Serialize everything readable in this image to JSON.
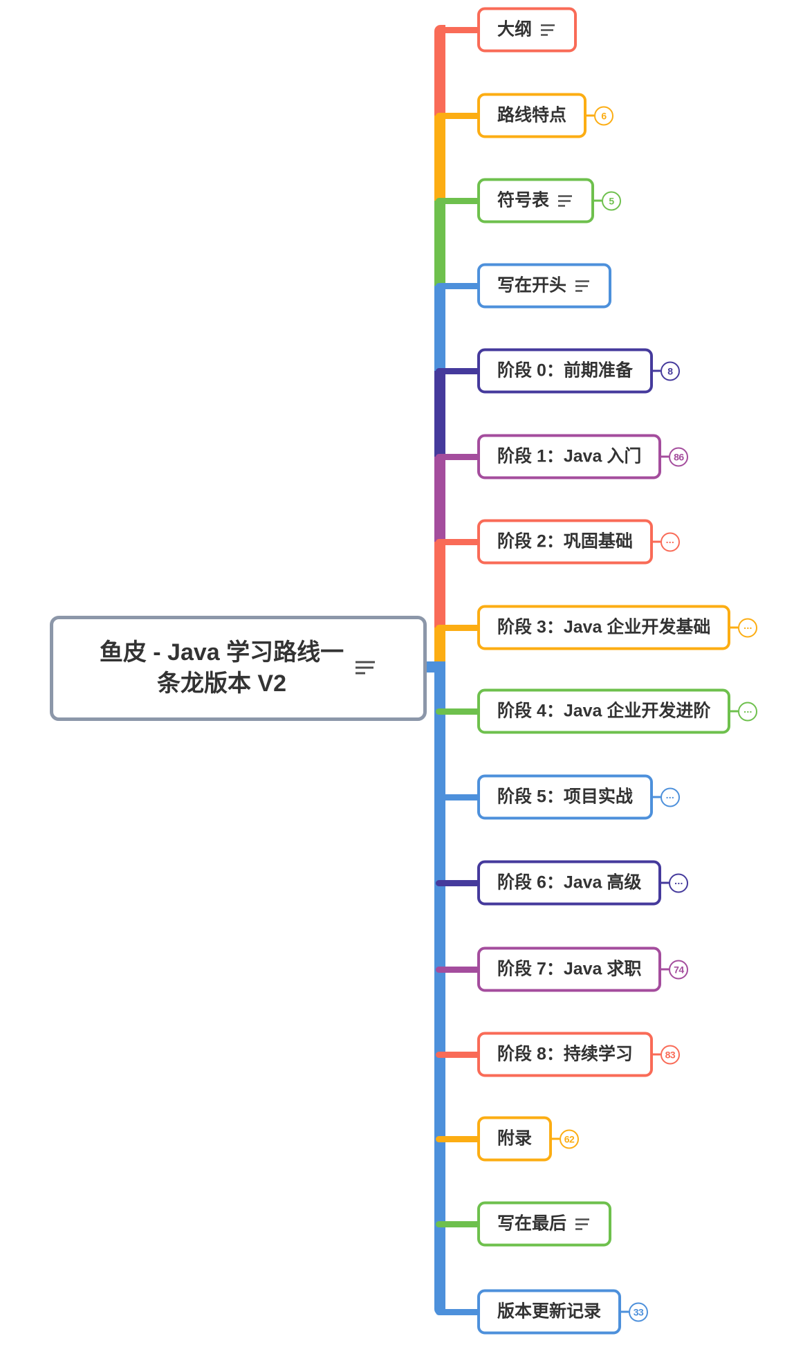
{
  "colors": {
    "red": "#F96B57",
    "yellow": "#FCAD13",
    "green": "#6EC04D",
    "blue": "#4D90DB",
    "indigo": "#453A9C",
    "purple": "#A44D9D",
    "root_border": "#8C97A9",
    "text": "#333333",
    "icon": "#4D4D4D"
  },
  "icons": {
    "notes": "notes-icon"
  },
  "root": {
    "title": "鱼皮 - Java 学习路线一条龙版本 V2",
    "title_line1": "鱼皮 - Java 学习路线一",
    "title_line2": "条龙版本 V2",
    "note_icon": true
  },
  "branches": [
    {
      "label": "大纲",
      "color": "red",
      "badge": null,
      "note_icon": true
    },
    {
      "label": "路线特点",
      "color": "yellow",
      "badge": "6",
      "note_icon": false
    },
    {
      "label": "符号表",
      "color": "green",
      "badge": "5",
      "note_icon": true
    },
    {
      "label": "写在开头",
      "color": "blue",
      "badge": null,
      "note_icon": true
    },
    {
      "label": "阶段 0：前期准备",
      "color": "indigo",
      "badge": "8",
      "note_icon": false
    },
    {
      "label": "阶段 1：Java 入门",
      "color": "purple",
      "badge": "86",
      "note_icon": false
    },
    {
      "label": "阶段 2：巩固基础",
      "color": "red",
      "badge": "···",
      "note_icon": false
    },
    {
      "label": "阶段 3：Java 企业开发基础",
      "color": "yellow",
      "badge": "···",
      "note_icon": false
    },
    {
      "label": "阶段 4：Java 企业开发进阶",
      "color": "green",
      "badge": "···",
      "note_icon": false
    },
    {
      "label": "阶段 5：项目实战",
      "color": "blue",
      "badge": "···",
      "note_icon": false
    },
    {
      "label": "阶段 6：Java 高级",
      "color": "indigo",
      "badge": "···",
      "note_icon": false
    },
    {
      "label": "阶段 7：Java 求职",
      "color": "purple",
      "badge": "74",
      "note_icon": false
    },
    {
      "label": "阶段 8：持续学习",
      "color": "red",
      "badge": "83",
      "note_icon": false
    },
    {
      "label": "附录",
      "color": "yellow",
      "badge": "62",
      "note_icon": false
    },
    {
      "label": "写在最后",
      "color": "green",
      "badge": null,
      "note_icon": true
    },
    {
      "label": "版本更新记录",
      "color": "blue",
      "badge": "33",
      "note_icon": false
    }
  ]
}
